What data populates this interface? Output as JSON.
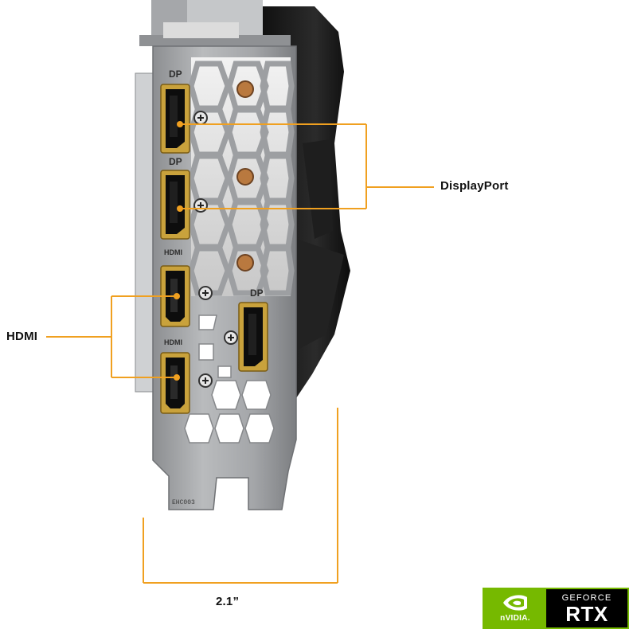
{
  "callouts": {
    "displayport": "DisplayPort",
    "hdmi": "HDMI",
    "width": "2.1”"
  },
  "port_labels": {
    "dp_top": "DP",
    "dp_middle": "DP",
    "hdmi_top": "HDMI",
    "hdmi_bottom": "HDMI",
    "dp_right": "DP"
  },
  "bracket_marking": "EHC003",
  "badge": {
    "brand": "nVIDIA.",
    "line1": "GEFORCE",
    "line2": "RTX"
  },
  "colors": {
    "callout_line": "#f0a020",
    "bracket_metal": "#a9abad",
    "port_frame": "#c9a23c",
    "nvidia_green": "#76b900",
    "background": "#ffffff"
  }
}
